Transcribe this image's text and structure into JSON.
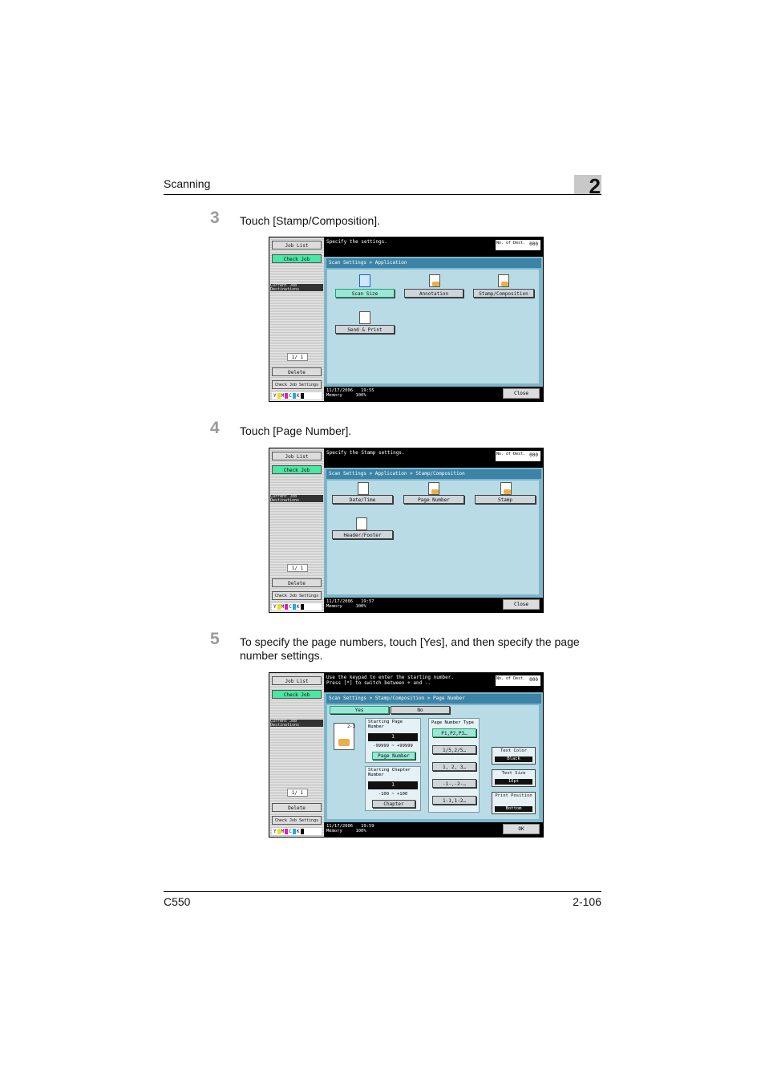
{
  "header": {
    "section": "Scanning",
    "chapter": "2"
  },
  "footer": {
    "model": "C550",
    "page": "2-106"
  },
  "steps": [
    {
      "num": "3",
      "text": "Touch [Stamp/Composition]."
    },
    {
      "num": "4",
      "text": "Touch [Page Number]."
    },
    {
      "num": "5",
      "text": "To specify the page numbers, touch [Yes], and then specify the page number settings."
    }
  ],
  "screens": {
    "common": {
      "job_list": "Job List",
      "check_job": "Check Job",
      "current_dest": "Current Job Destinations",
      "pager": "1/  1",
      "delete": "Delete",
      "check_job_settings": "Check Job Settings",
      "toner": [
        "Y",
        "M",
        "C",
        "K"
      ],
      "memory": "Memory",
      "memory_pct": "100%",
      "date": "11/17/2006",
      "counter_label": "No. of Dest.",
      "counter_value": "000",
      "close": "Close",
      "ok": "OK"
    },
    "s1": {
      "message": "Specify the settings.",
      "breadcrumb": "Scan Settings > Application",
      "buttons": [
        "Scan Size",
        "Annotation",
        "Stamp/Composition",
        "Send & Print"
      ],
      "time": "19:55"
    },
    "s2": {
      "message": "Specify the Stamp settings.",
      "breadcrumb": "Scan Settings > Application > Stamp/Composition",
      "buttons": [
        "Date/Time",
        "Page Number",
        "Stamp",
        "Header/Footer"
      ],
      "time": "19:57"
    },
    "s3": {
      "message_line1": "Use the keypad to enter the starting number.",
      "message_line2": "Press [*] to switch between + and -.",
      "breadcrumb": "Scan Settings > Stamp/Composition > Page Number",
      "yes": "Yes",
      "no": "No",
      "start_page_label": "Starting Page Number",
      "start_page_value": "1",
      "start_page_range": "-99999  ~  +99999",
      "page_number_btn": "Page Number",
      "start_chapter_label": "Starting Chapter Number",
      "start_chapter_value": "1",
      "start_chapter_range": "-100  ~  +100",
      "chapter_btn": "Chapter",
      "type_label": "Page Number Type",
      "types": [
        "P1,P2,P3…",
        "1/5,2/5…",
        "1, 2, 3…",
        "-1-,-2-…",
        "1-1,1-2…"
      ],
      "text_color_label": "Text Color",
      "text_color_value": "Black",
      "text_size_label": "Text Size",
      "text_size_value": "10pt",
      "print_position_label": "Print Position",
      "print_position_value": "Bottom",
      "preview_label": "2-3",
      "time": "19:59"
    }
  }
}
